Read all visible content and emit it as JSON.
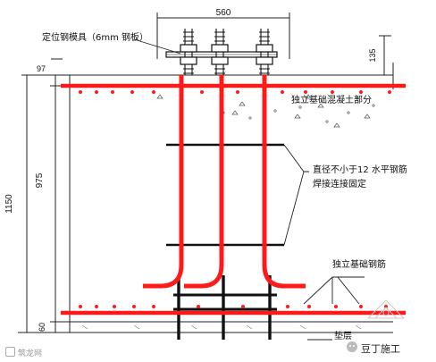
{
  "dimensions": {
    "top_width": "560",
    "left_total": "1150",
    "left_mid": "975",
    "left_top": "97",
    "left_bottom": "60",
    "right_top": "135"
  },
  "labels": {
    "bolt_template": "定位钢模具（6mm 钢板）",
    "foundation_concrete": "独立基础混凝土部分",
    "horizontal_rebar_line1": "直径不小于12 水平钢筋",
    "horizontal_rebar_line2": "焊接连接固定",
    "foundation_rebar": "独立基础钢筋",
    "cushion": "垫层"
  },
  "watermarks": {
    "left": "筑龙网",
    "right": "豆丁施工"
  },
  "colors": {
    "anchor_bolt": "#ff1a1a",
    "rebar_line": "#111111",
    "dimension_line": "#222222"
  }
}
